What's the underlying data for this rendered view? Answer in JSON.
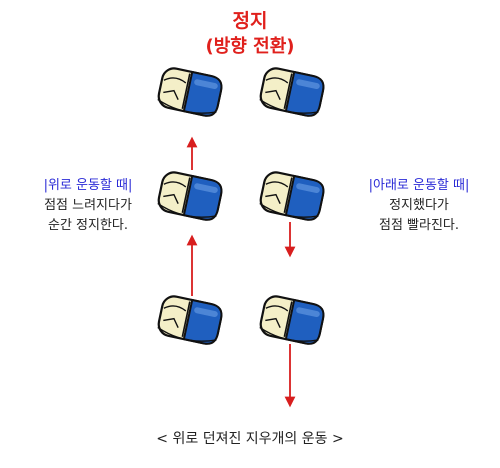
{
  "title": {
    "line1": "정지",
    "line2": "(방향 전환)"
  },
  "left_description": {
    "heading": "|위로 운동할 때|",
    "line1": "점점 느려지다가",
    "line2": "순간 정지한다."
  },
  "right_description": {
    "heading": "|아래로 운동할 때|",
    "line1": "정지했다가",
    "line2": "점점 빨라진다."
  },
  "caption": "< 위로 던져진 지우개의 운동 >",
  "colors": {
    "title": "#e0201c",
    "heading": "#2a2ad6",
    "arrow": "#d81e1e",
    "eraser_blue": "#1f5fbf",
    "eraser_cream": "#f4efc8"
  },
  "icons": [
    "eraser-icon",
    "arrow-up-icon",
    "arrow-down-icon"
  ]
}
